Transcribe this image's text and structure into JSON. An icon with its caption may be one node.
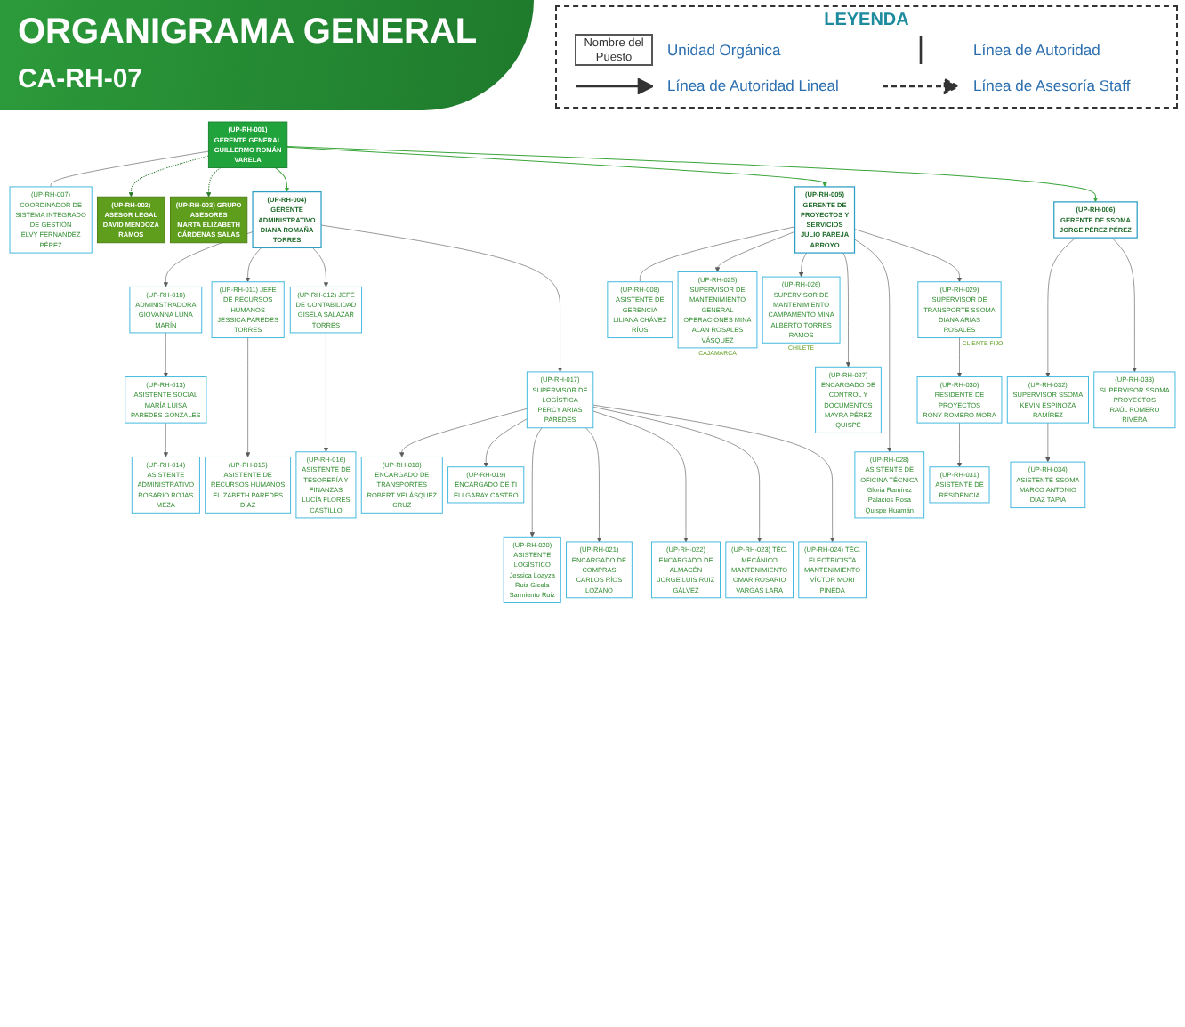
{
  "diagram": {
    "title": "ORGANIGRAMA GENERAL",
    "nodes": [
      {
        "text": [
          "(UP-RH-001) GERENTE GENERAL",
          "GUILLERMO ROMÁN VARELA"
        ]
      },
      {
        "text": [
          "(UP-RH-002) ASESOR LEGAL",
          "DAVID MENDOZA RAMOS"
        ]
      },
      {
        "text": [
          "(UP-RH-007) COORDINADOR DE SISTEMA INTEGRADO DE GESTIÓN",
          "ELVY FERNÁNDEZ PÉREZ"
        ]
      },
      {
        "text": [
          "(UP-RH-003) GRUPO ASESORES",
          "MARTA ELIZABETH CÁRDENAS SALAS"
        ]
      },
      {
        "text": [
          "(UP-RH-004) GERENTE ADMINISTRATIVO",
          "DIANA ROMAÑA TORRES"
        ]
      },
      {
        "text": [
          "(UP-RH-005) GERENTE DE PROYECTOS Y SERVICIOS",
          "JULIO PAREJA ARROYO"
        ]
      },
      {
        "text": [
          "(UP-RH-006) GERENTE DE SSOMA",
          "JORGE PÉREZ PÉREZ"
        ]
      },
      {
        "text": [
          "(UP-RH-008) ASISTENTE DE GERENCIA",
          "LILIANA CHÁVEZ RÍOS"
        ]
      },
      {
        "text": [
          "(UP-RH-010) ADMINISTRADORA",
          "GIOVANNA LUNA MARÍN"
        ]
      },
      {
        "text": [
          "(UP-RH-011) JEFE DE RECURSOS HUMANOS",
          "JESSICA PAREDES TORRES"
        ]
      },
      {
        "text": [
          "(UP-RH-012) JEFE DE CONTABILIDAD",
          "GISELA SALAZAR TORRES"
        ]
      },
      {
        "text": [
          "(UP-RH-025) SUPERVISOR DE MANTENIMIENTO GENERAL OPERACIONES MINA",
          "ALAN ROSALES VÁSQUEZ"
        ],
        "beside": [
          "CAJAMARCA"
        ]
      },
      {
        "text": [
          "(UP-RH-026) SUPERVISOR DE MANTENIMIENTO CAMPAMENTO MINA",
          "ALBERTO TORRES RAMOS"
        ],
        "beside": [
          "CHILETE"
        ]
      },
      {
        "text": [
          "(UP-RH-029) SUPERVISOR DE TRANSPORTE SSOMA",
          "DIANA ARIAS ROSALES"
        ],
        "beside": [
          "CLIENTE FIJO"
        ]
      },
      {
        "text": [
          "(UP-RH-013) ASISTENTE SOCIAL",
          "MARÍA LUISA PAREDES GONZALES"
        ]
      },
      {
        "text": [
          "(UP-RH-017) SUPERVISOR DE LOGÍSTICA",
          "PERCY ARIAS PAREDES"
        ]
      },
      {
        "text": [
          "(UP-RH-027) ENCARGADO DE CONTROL Y DOCUMENTOS",
          "MAYRA PÉREZ QUISPE"
        ]
      },
      {
        "text": [
          "(UP-RH-030) RESIDENTE DE PROYECTOS",
          "RONY ROMERO MORA"
        ]
      },
      {
        "text": [
          "(UP-RH-032) SUPERVISOR SSOMA",
          "KEVIN ESPINOZA RAMÍREZ"
        ]
      },
      {
        "text": [
          "(UP-RH-033) SUPERVISOR SSOMA PROYECTOS",
          "RAÚL ROMERO RIVERA"
        ]
      },
      {
        "text": [
          "(UP-RH-018) ENCARGADO DE TRANSPORTES",
          "ROBERT VELÁSQUEZ CRUZ"
        ]
      },
      {
        "text": [
          "(UP-RH-019) ENCARGADO DE TI",
          "ELI GARAY CASTRO"
        ]
      },
      {
        "text": [
          "(UP-RH-014) ASISTENTE ADMINISTRATIVO",
          "ROSARIO ROJAS MEZA"
        ]
      },
      {
        "text": [
          "(UP-RH-015) ASISTENTE DE RECURSOS HUMANOS",
          "ELIZABETH PAREDES DÍAZ"
        ]
      },
      {
        "text": [
          "(UP-RH-016) ASISTENTE DE TESORERÍA Y FINANZAS",
          "LUCÍA FLORES CASTILLO"
        ]
      },
      {
        "text": [
          "(UP-RH-020) ASISTENTE LOGÍSTICO",
          "Jessica Loayza Ruiz Gisela Sarmiento Ruiz"
        ]
      },
      {
        "text": [
          "(UP-RH-021) ENCARGADO DE COMPRAS",
          "CARLOS RÍOS LOZANO"
        ]
      },
      {
        "text": [
          "(UP-RH-022) ENCARGADO DE ALMACÉN",
          "JORGE LUIS RUIZ GÁLVEZ"
        ]
      },
      {
        "text": [
          "(UP-RH-028) ASISTENTE DE OFICINA TÉCNICA",
          "Gloria Ramírez Palacios Rosa Quispe Huamán"
        ]
      },
      {
        "text": [
          "(UP-RH-031) ASISTENTE DE RESIDENCIA"
        ]
      },
      {
        "text": [
          "(UP-RH-034) ASISTENTE SSOMA",
          "MARCO ANTONIO DÍAZ TAPIA"
        ]
      },
      {
        "text": [
          "(UP-RH-023) TÉC. MECÁNICO MANTENIMIENTO",
          "OMAR ROSARIO VARGAS LARA"
        ]
      },
      {
        "text": [
          "(UP-RH-024) TÉC. ELECTRICISTA MANTENIMIENTO",
          "VÍCTOR MORI PINEDA"
        ]
      }
    ],
    "edges": [
      {
        "from": 0,
        "to": 2,
        "arrow": "none"
      },
      {
        "from": 0,
        "to": 1,
        "arrow": "to",
        "style": "dashed",
        "color": "#2b7a2b"
      },
      {
        "from": 0,
        "to": 3,
        "arrow": "to",
        "style": "dashed",
        "color": "#2b7a2b"
      },
      {
        "from": 0,
        "to": 4,
        "arrow": "to",
        "color": "#3aa53a"
      },
      {
        "from": 0,
        "to": 5,
        "arrow": "to",
        "color": "#3aa53a"
      },
      {
        "from": 0,
        "to": 6,
        "arrow": "to",
        "color": "#3aa53a"
      },
      {
        "from": 4,
        "to": 8,
        "arrow": "to"
      },
      {
        "from": 4,
        "to": 9,
        "arrow": "to"
      },
      {
        "from": 4,
        "to": 10,
        "arrow": "to"
      },
      {
        "from": 4,
        "to": 15,
        "arrow": "to"
      },
      {
        "from": 5,
        "to": 7,
        "arrow": "none"
      },
      {
        "from": 5,
        "to": 11,
        "arrow": "to"
      },
      {
        "from": 5,
        "to": 12,
        "arrow": "to"
      },
      {
        "from": 5,
        "to": 16,
        "arrow": "to"
      },
      {
        "from": 5,
        "to": 28,
        "arrow": "to"
      },
      {
        "from": 5,
        "to": 13,
        "arrow": "to"
      },
      {
        "from": 6,
        "to": 18,
        "arrow": "to"
      },
      {
        "from": 6,
        "to": 19,
        "arrow": "to"
      },
      {
        "from": 8,
        "to": 14,
        "arrow": "to"
      },
      {
        "from": 14,
        "to": 22,
        "arrow": "to"
      },
      {
        "from": 9,
        "to": 23,
        "arrow": "to"
      },
      {
        "from": 10,
        "to": 24,
        "arrow": "to"
      },
      {
        "from": 15,
        "to": 20,
        "arrow": "to"
      },
      {
        "from": 15,
        "to": 21,
        "arrow": "to"
      },
      {
        "from": 15,
        "to": 25,
        "arrow": "to"
      },
      {
        "from": 15,
        "to": 26,
        "arrow": "to"
      },
      {
        "from": 15,
        "to": 27,
        "arrow": "to"
      },
      {
        "from": 15,
        "to": 31,
        "arrow": "to"
      },
      {
        "from": 15,
        "to": 32,
        "arrow": "to"
      },
      {
        "from": 13,
        "to": 17,
        "arrow": "to"
      },
      {
        "from": 17,
        "to": 29,
        "arrow": "to"
      },
      {
        "from": 18,
        "to": 30,
        "arrow": "to"
      }
    ],
    "labels": [
      "CA-RH-07",
      "LEYENDA",
      "Nombre del Puesto"
    ],
    "legend": [
      {
        "text": "Unidad Orgánica"
      },
      {
        "text": "Línea de Autoridad"
      },
      {
        "text": "Línea de Autoridad Lineal"
      },
      {
        "text": "Línea de Asesoría Staff"
      }
    ]
  }
}
